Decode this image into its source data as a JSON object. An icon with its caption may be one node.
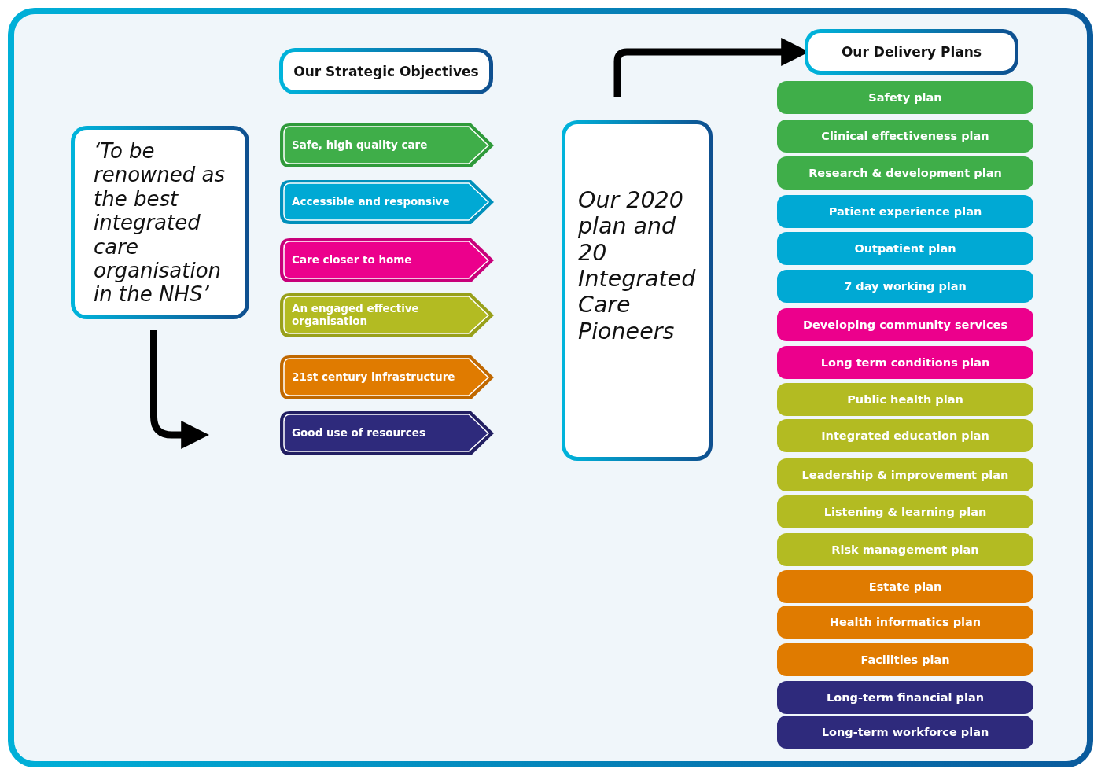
{
  "diagram": {
    "nodes": [
      {
        "text": [
          "‘To be renowned as the best integrated care organisation in the NHS’"
        ]
      },
      {
        "text": [
          "Our Strategic Objectives"
        ]
      },
      {
        "text": [
          "Safe, high quality care"
        ]
      },
      {
        "text": [
          "Accessible and responsive"
        ]
      },
      {
        "text": [
          "Care closer to home"
        ]
      },
      {
        "text": [
          "An engaged effective organisation"
        ]
      },
      {
        "text": [
          "21st century infrastructure"
        ]
      },
      {
        "text": [
          "Good use of resources"
        ]
      },
      {
        "text": [
          "Our 2020 plan and 20 Integrated Care Pioneers"
        ]
      },
      {
        "text": [
          "Our Delivery Plans"
        ]
      },
      {
        "text": [
          "Safety plan"
        ]
      },
      {
        "text": [
          "Clinical effectiveness plan"
        ]
      },
      {
        "text": [
          "Research & development plan"
        ]
      },
      {
        "text": [
          "Patient experience plan"
        ]
      },
      {
        "text": [
          "Outpatient plan"
        ]
      },
      {
        "text": [
          "7 day working plan"
        ]
      },
      {
        "text": [
          "Developing community services"
        ]
      },
      {
        "text": [
          "Long term conditions plan"
        ]
      },
      {
        "text": [
          "Public health plan"
        ]
      },
      {
        "text": [
          "Integrated education plan"
        ]
      },
      {
        "text": [
          "Leadership & improvement plan"
        ]
      },
      {
        "text": [
          "Listening & learning plan"
        ]
      },
      {
        "text": [
          "Risk management plan"
        ]
      },
      {
        "text": [
          "Estate plan"
        ]
      },
      {
        "text": [
          "Health informatics plan"
        ]
      },
      {
        "text": [
          "Facilities plan"
        ]
      },
      {
        "text": [
          "Long-term financial plan"
        ]
      },
      {
        "text": [
          "Long-term workforce plan"
        ]
      }
    ],
    "edges": [
      {
        "from": 0,
        "to": null,
        "arrow": "to"
      },
      {
        "from": 8,
        "to": 9,
        "arrow": "to"
      }
    ]
  }
}
